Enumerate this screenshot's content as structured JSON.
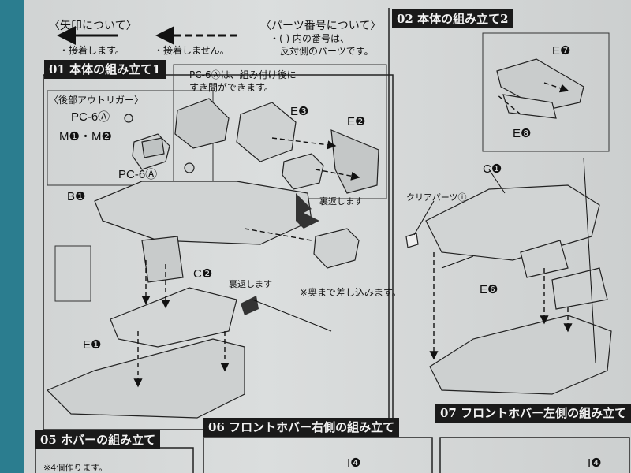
{
  "legend": {
    "arrow_title": "〈矢印について〉",
    "glue_text": "・接着します。",
    "noglue_text": "・接着しません。",
    "parts_title": "〈パーツ番号について〉",
    "parts_text_1": "・( ) 内の番号は、",
    "parts_text_2": "反対側のパーツです。"
  },
  "section01": {
    "header": "01 本体の組み立て1",
    "note_1": "PC-6Ⓐは、組み付け後に",
    "note_2": "すき間ができます。",
    "sub_title": "〈後部アウトリガー〉",
    "labels": [
      "PC-6Ⓐ",
      "M❶・M❷",
      "PC-6Ⓐ",
      "E❸",
      "E❷",
      "B❶",
      "C❷",
      "E❶"
    ],
    "flip_1": "裏返します",
    "flip_2": "裏返します",
    "insert_note": "※奥まで差し込みます。"
  },
  "section02": {
    "header": "02 本体の組み立て2",
    "labels": [
      "E❼",
      "E❽",
      "C❶",
      "クリアパーツⓘ",
      "E❻"
    ]
  },
  "bottom": {
    "h05": "05 ホバーの組み立て",
    "h05_note": "※4個作ります。",
    "h06": "06 フロントホバー右側の組み立て",
    "h07": "07 フロントホバー左側の組み立て",
    "l06": "I❹",
    "l07": "I❹"
  },
  "colors": {
    "background": "#2b7d8f",
    "paper": "#d9dcdc",
    "header": "#1a1a1a"
  }
}
